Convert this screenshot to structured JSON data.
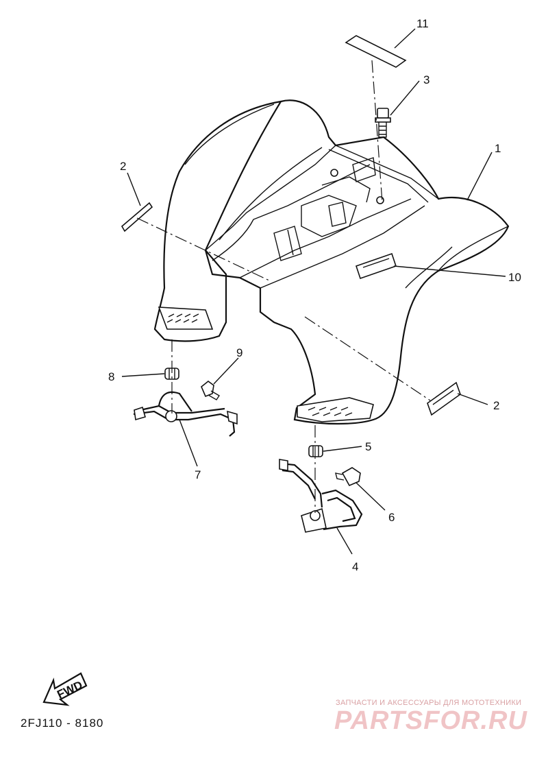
{
  "diagram": {
    "callouts": [
      {
        "id": "c1",
        "label": "1"
      },
      {
        "id": "c2a",
        "label": "2"
      },
      {
        "id": "c2b",
        "label": "2"
      },
      {
        "id": "c3",
        "label": "3"
      },
      {
        "id": "c4",
        "label": "4"
      },
      {
        "id": "c5",
        "label": "5"
      },
      {
        "id": "c6",
        "label": "6"
      },
      {
        "id": "c7",
        "label": "7"
      },
      {
        "id": "c8",
        "label": "8"
      },
      {
        "id": "c9",
        "label": "9"
      },
      {
        "id": "c10",
        "label": "10"
      },
      {
        "id": "c11",
        "label": "11"
      }
    ],
    "fwd_label": "FWD",
    "drawing_code": "2FJ110 - 8180"
  },
  "watermark": {
    "tagline": "ЗАПЧАСТИ И АКСЕССУАРЫ ДЛЯ МОТОТЕХНИКИ",
    "brand": "PARTSFOR.RU"
  }
}
